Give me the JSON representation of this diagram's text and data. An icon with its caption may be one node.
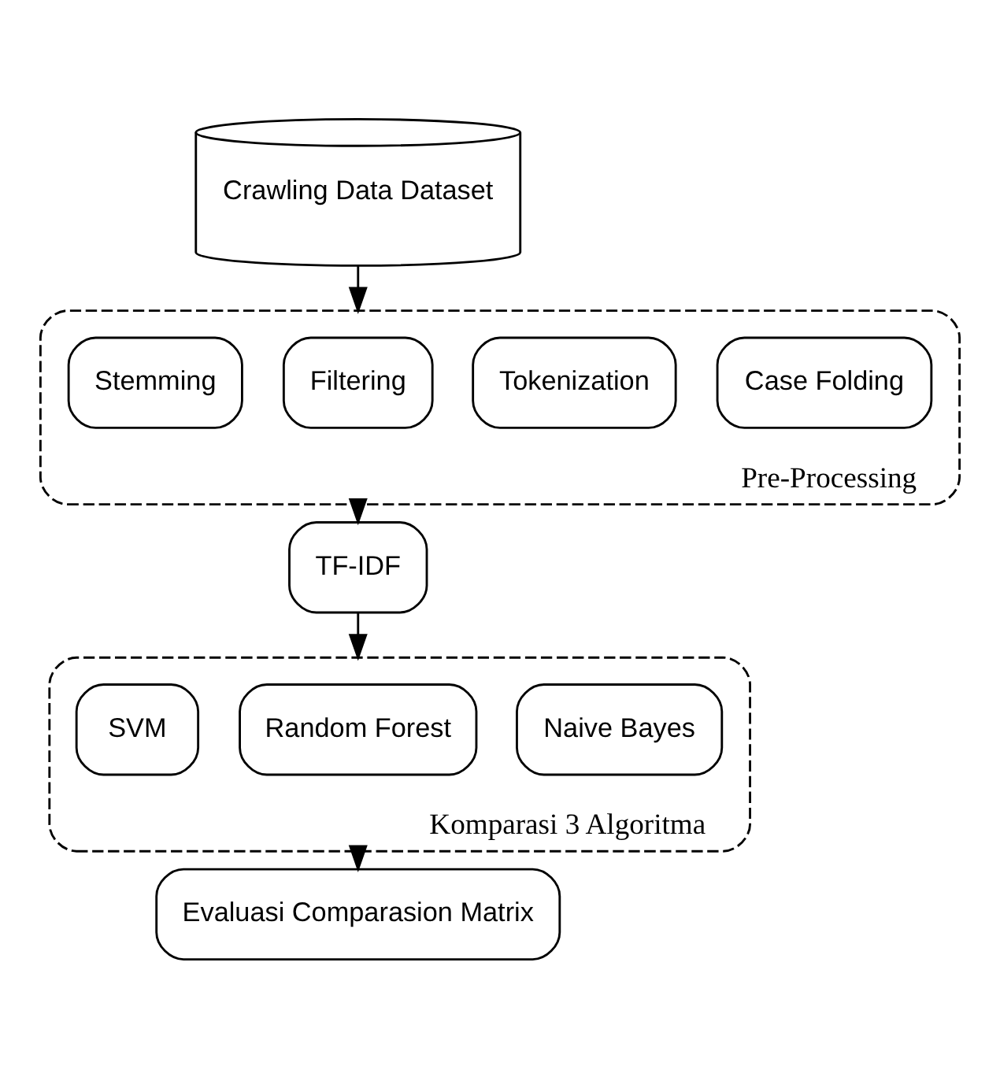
{
  "diagram": {
    "nodes": [
      {
        "text": [
          "Crawling Data Dataset"
        ]
      },
      {
        "text": [
          "Pre-Processing"
        ]
      },
      {
        "text": [
          "Case Folding"
        ],
        "in": 1
      },
      {
        "text": [
          "Tokenization"
        ],
        "in": 1
      },
      {
        "text": [
          "Filtering"
        ],
        "in": 1
      },
      {
        "text": [
          "Stemming"
        ],
        "in": 1
      },
      {
        "text": [
          "TF-IDF"
        ]
      },
      {
        "text": [
          "Komparasi 3 Algoritma"
        ]
      },
      {
        "text": [
          "Naive Bayes"
        ],
        "in": 7
      },
      {
        "text": [
          "Random Forest"
        ],
        "in": 7
      },
      {
        "text": [
          "SVM"
        ],
        "in": 7
      },
      {
        "text": [
          "Evaluasi Comparasion Matrix"
        ]
      }
    ],
    "edges": [
      {
        "from": 0,
        "to": 1,
        "arrow": "to"
      },
      {
        "from": 1,
        "to": 6,
        "arrow": "to"
      },
      {
        "from": 6,
        "to": 7,
        "arrow": "to"
      },
      {
        "from": 7,
        "to": 11,
        "arrow": "to"
      }
    ]
  }
}
